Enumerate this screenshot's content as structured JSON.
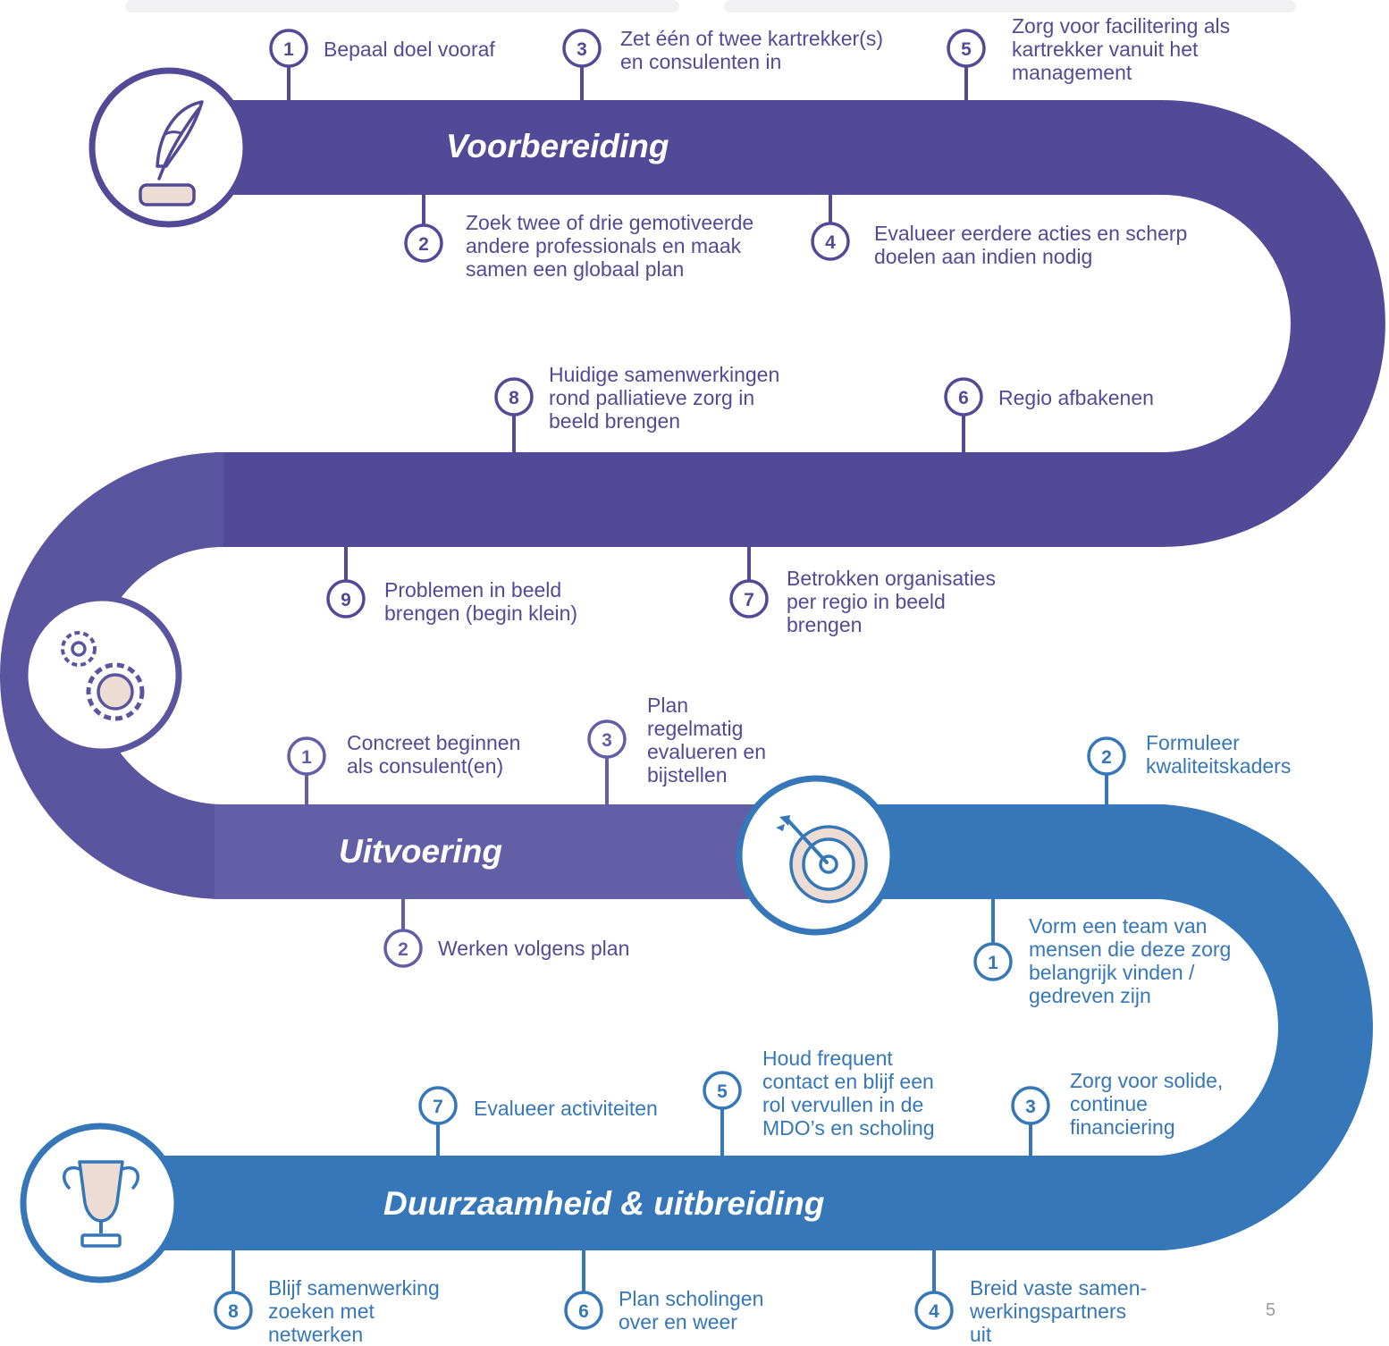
{
  "colors": {
    "phase1": "#524a97",
    "phase2": "#635fa7",
    "phase3": "#3577b8",
    "icon_fill": "#ecdcd3"
  },
  "phases": {
    "voorbereiding": "Voorbereiding",
    "uitvoering": "Uitvoering",
    "duurzaamheid": "Duurzaamheid & uitbreiding"
  },
  "icons": [
    "quill-pen-icon",
    "gears-icon",
    "target-arrow-icon",
    "trophy-icon"
  ],
  "steps": {
    "voorbereiding": [
      {
        "n": "1",
        "text": "Bepaal doel vooraf"
      },
      {
        "n": "2",
        "text": "Zoek twee of drie gemotiveerde\nandere professionals en maak\nsamen een globaal plan"
      },
      {
        "n": "3",
        "text": "Zet één of twee kartrekker(s)\nen consulenten in"
      },
      {
        "n": "4",
        "text": "Evalueer eerdere acties en scherp\ndoelen aan indien nodig"
      },
      {
        "n": "5",
        "text": "Zorg voor facilitering als\nkartrekker vanuit het\nmanagement"
      },
      {
        "n": "6",
        "text": "Regio afbakenen"
      },
      {
        "n": "7",
        "text": "Betrokken organisaties\nper regio in beeld\nbrengen"
      },
      {
        "n": "8",
        "text": "Huidige samenwerkingen\nrond palliatieve zorg in\nbeeld brengen"
      },
      {
        "n": "9",
        "text": "Problemen in beeld\nbrengen (begin klein)"
      }
    ],
    "uitvoering": [
      {
        "n": "1",
        "text": "Concreet beginnen\nals consulent(en)"
      },
      {
        "n": "2",
        "text": "Werken volgens plan"
      },
      {
        "n": "3",
        "text": "Plan\nregelmatig\nevalueren en\nbijstellen"
      }
    ],
    "duurzaamheid": [
      {
        "n": "1",
        "text": "Vorm een team van\nmensen die deze zorg\nbelangrijk vinden /\ngedreven zijn"
      },
      {
        "n": "2",
        "text": "Formuleer\nkwaliteitskaders"
      },
      {
        "n": "3",
        "text": "Zorg voor solide,\ncontinue\nfinanciering"
      },
      {
        "n": "4",
        "text": "Breid vaste samen-\nwerkingspartners\nuit"
      },
      {
        "n": "5",
        "text": "Houd frequent\ncontact en blijf een\nrol vervullen in de\nMDO’s en scholing"
      },
      {
        "n": "6",
        "text": "Plan scholingen\nover en weer"
      },
      {
        "n": "7",
        "text": "Evalueer activiteiten"
      },
      {
        "n": "8",
        "text": "Blijf samenwerking\nzoeken met\nnetwerken"
      }
    ]
  },
  "page_number": "5"
}
